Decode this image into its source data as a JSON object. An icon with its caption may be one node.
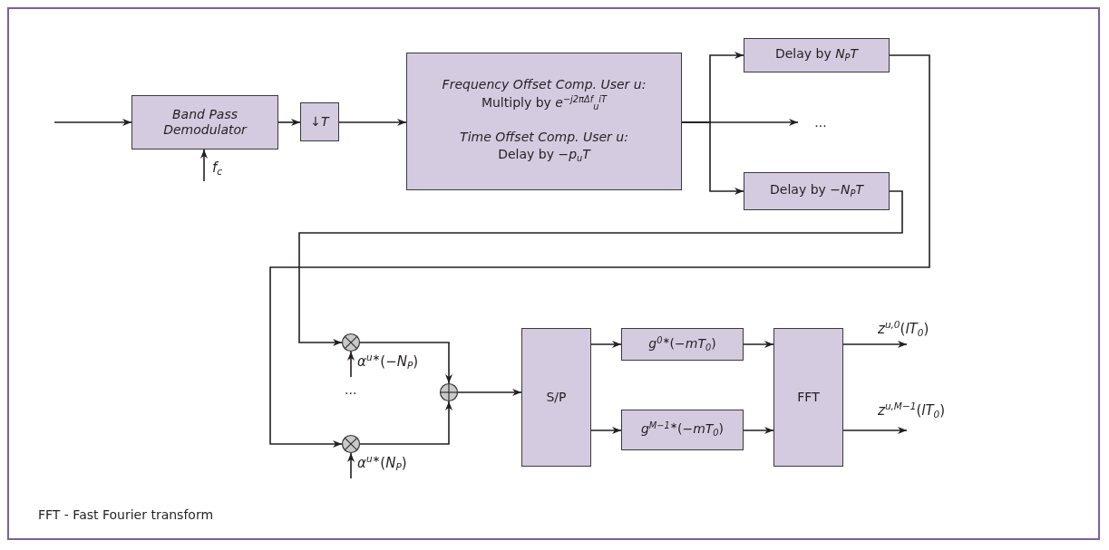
{
  "diagram": {
    "nodes": [
      {
        "text": [
          "Band Pass Demodulator"
        ]
      },
      {
        "text": [
          "↓*T*"
        ]
      },
      {
        "text": [
          "Frequency Offset Comp. User u:",
          "Multiply by  *e*$^{−j2πΔf}$$_{u}$$^{iT}$",
          "Time Offset Comp. User u:",
          "Delay by −*p*$_{u}$*T*"
        ]
      },
      {
        "text": [
          "Delay by *N*$_{P}$*T*"
        ]
      },
      {
        "text": [
          "..."
        ]
      },
      {
        "text": [
          "Delay by −*N*$_{P}$*T*"
        ]
      },
      {
        "text": [],
        "shape": "circle"
      },
      {
        "text": [],
        "shape": "circle"
      },
      {
        "text": [],
        "shape": "circle"
      },
      {
        "text": [
          "S/P"
        ]
      },
      {
        "text": [
          "*g*$^{0∗}$(−*mT*$_{0}$)"
        ]
      },
      {
        "text": [
          "*g*$^{M−1∗}$(−*mT*$_{0}$)"
        ]
      },
      {
        "text": [
          "FFT"
        ]
      }
    ],
    "edges": [
      {
        "from": null,
        "to": 0,
        "arrow": "to"
      },
      {
        "from": null,
        "to": 0,
        "arrow": "to",
        "label": "*f*$_{c}$"
      },
      {
        "from": 0,
        "to": 1,
        "arrow": "to"
      },
      {
        "from": 1,
        "to": 2,
        "arrow": "to"
      },
      {
        "from": 2,
        "to": 3,
        "arrow": "to"
      },
      {
        "from": 2,
        "to": 4,
        "arrow": "to"
      },
      {
        "from": 2,
        "to": 5,
        "arrow": "to"
      },
      {
        "from": 3,
        "to": 7,
        "arrow": "to"
      },
      {
        "from": 5,
        "to": 6,
        "arrow": "to"
      },
      {
        "from": null,
        "to": 6,
        "arrow": "to",
        "label": "*α*$^{u∗}$(−*N*$_{P}$)"
      },
      {
        "from": null,
        "to": 7,
        "arrow": "to",
        "label": "*α*$^{u∗}$(*N*$_{P}$)"
      },
      {
        "from": 6,
        "to": 8,
        "arrow": "to"
      },
      {
        "from": 7,
        "to": 8,
        "arrow": "to"
      },
      {
        "from": 8,
        "to": 9,
        "arrow": "to"
      },
      {
        "from": 9,
        "to": 10,
        "arrow": "to"
      },
      {
        "from": 9,
        "to": 11,
        "arrow": "to"
      },
      {
        "from": 10,
        "to": 12,
        "arrow": "to"
      },
      {
        "from": 11,
        "to": 12,
        "arrow": "to"
      },
      {
        "from": 12,
        "to": null,
        "arrow": "to",
        "label": "*z*$^{u,0}$(*lT*$_{0}$)"
      },
      {
        "from": 12,
        "to": null,
        "arrow": "to",
        "label": "*z*$^{u,M−1}$(*lT*$_{0}$)"
      }
    ],
    "labels": [
      "...",
      "FFT - Fast Fourier transform"
    ]
  }
}
